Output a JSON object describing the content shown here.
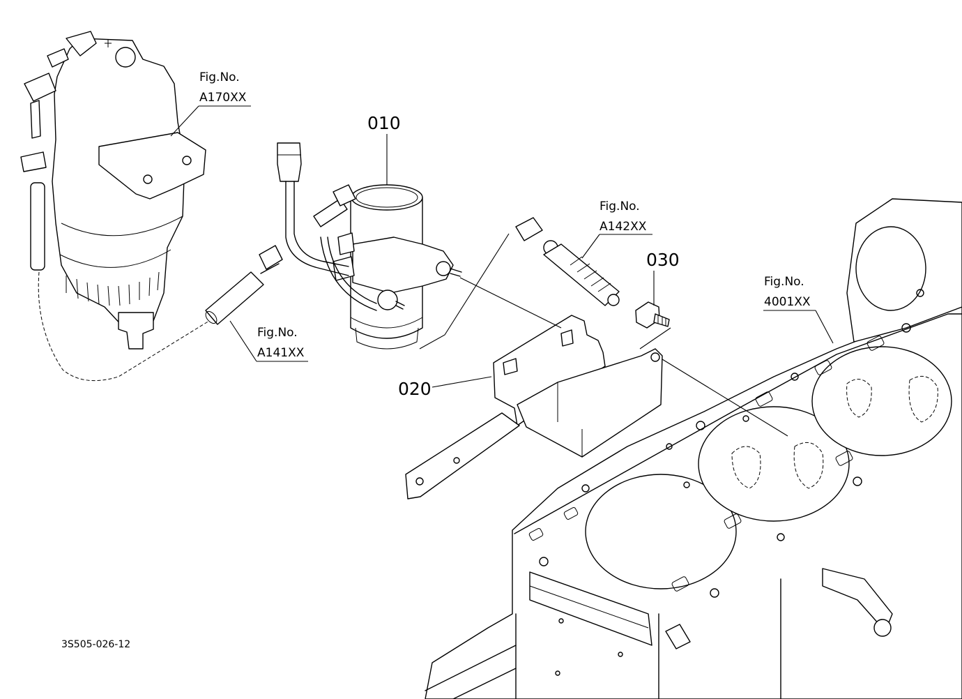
{
  "parts": {
    "p010": "010",
    "p020": "020",
    "p030": "030"
  },
  "references": {
    "fuel_filter": {
      "prefix": "Fig.No.",
      "number": "A170XX"
    },
    "fuel_hose": {
      "prefix": "Fig.No.",
      "number": "A141XX"
    },
    "return_hose": {
      "prefix": "Fig.No.",
      "number": "A142XX"
    },
    "engine_block": {
      "prefix": "Fig.No.",
      "number": "4001XX"
    }
  },
  "drawing_code": "3S505-026-12"
}
